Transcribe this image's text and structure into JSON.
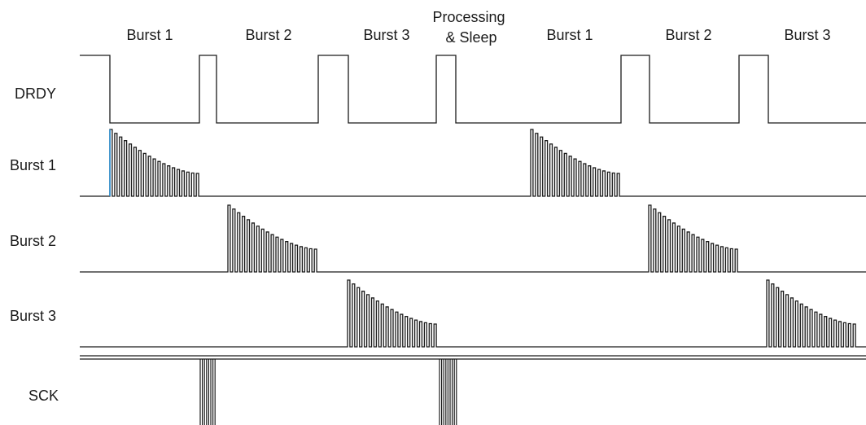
{
  "phase_labels": {
    "p1": "Burst 1",
    "p2": "Burst 2",
    "p3": "Burst 3",
    "p4_line1": "Processing",
    "p4_line2": "& Sleep",
    "p5": "Burst 1",
    "p6": "Burst 2",
    "p7": "Burst 3"
  },
  "row_labels": {
    "drdy": "DRDY",
    "burst1": "Burst 1",
    "burst2": "Burst 2",
    "burst3": "Burst 3",
    "sck": "SCK"
  },
  "colors": {
    "line": "#1a1a1a",
    "accent": "#2a8fd4"
  }
}
